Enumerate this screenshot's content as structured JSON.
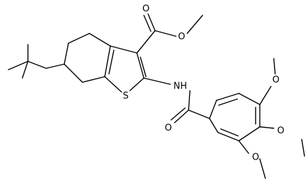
{
  "atoms": {
    "o_carbonyl_ester": "O",
    "o_ester": "O",
    "sulfur": "S",
    "nh": "NH",
    "o_amide": "O",
    "o_methoxy_top": "O",
    "o_methoxy_mid": "O",
    "o_methoxy_bottom": "O"
  }
}
